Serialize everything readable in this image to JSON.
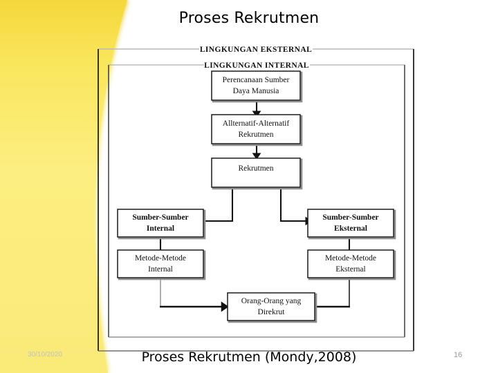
{
  "slide": {
    "title": "Proses Rekrutmen",
    "background_color": "#ffffff",
    "accent_color": "#F7DE4B"
  },
  "decoration": {
    "shape_name": "yellow-curved-band",
    "color_top": "#F6D93F",
    "color_mid": "#FCEE80",
    "color_bottom": "#FBEB7A"
  },
  "diagram": {
    "outer_frame_label": "LINGKUNGAN EKSTERNAL",
    "inner_frame_label": "LINGKUNGAN INTERNAL",
    "boxes": {
      "perencanaan": "Perencanaan Sumber\nDaya Manusia",
      "perencanaan_line1": "Perencanaan Sumber",
      "perencanaan_line2": "Daya Manusia",
      "alternatif_line1": "Allternatif-Alternatif",
      "alternatif_line2": "Rekrutmen",
      "rekrutmen": "Rekrutmen",
      "sumber_internal_line1": "Sumber-Sumber",
      "sumber_internal_line2": "Internal",
      "sumber_eksternal_line1": "Sumber-Sumber",
      "sumber_eksternal_line2": "Eksternal",
      "metode_internal_line1": "Metode-Metode",
      "metode_internal_line2": "Internal",
      "metode_eksternal_line1": "Metode-Metode",
      "metode_eksternal_line2": "Eksternal",
      "orang_line1": "Orang-Orang yang",
      "orang_line2": "Direkrut"
    }
  },
  "footer": {
    "date": "30/10/2020",
    "caption": "Proses Rekrutmen (Mondy,2008)",
    "page_number": "16"
  }
}
